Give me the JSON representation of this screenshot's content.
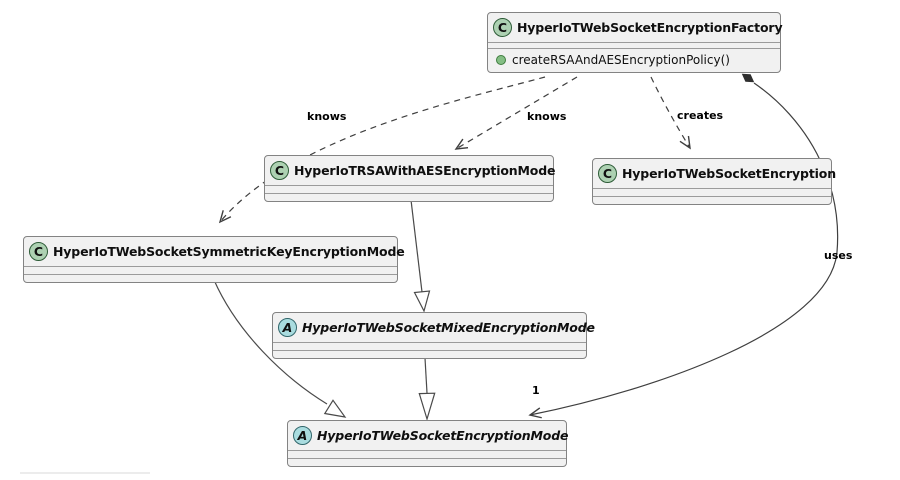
{
  "diagram": {
    "type": "uml-class-diagram",
    "colors": {
      "background": "#ffffff",
      "node_fill": "#f1f1f1",
      "node_border": "#838383",
      "class_circle": "#add1b2",
      "abstract_circle": "#a9dcdf",
      "public_method_dot": "#84be84",
      "edge": "#3f3f3f"
    },
    "classes": [
      {
        "stereotype": "C",
        "kind": "class",
        "name": "HyperIoTWebSocketEncryptionFactory",
        "members": [
          "createRSAAndAESEncryptionPolicy()"
        ]
      },
      {
        "stereotype": "C",
        "kind": "class",
        "name": "HyperIoTRSAWithAESEncryptionMode",
        "members": []
      },
      {
        "stereotype": "C",
        "kind": "class",
        "name": "HyperIoTWebSocketEncryption",
        "members": []
      },
      {
        "stereotype": "C",
        "kind": "class",
        "name": "HyperIoTWebSocketSymmetricKeyEncryptionMode",
        "members": []
      },
      {
        "stereotype": "A",
        "kind": "abstract",
        "name": "HyperIoTWebSocketMixedEncryptionMode",
        "members": []
      },
      {
        "stereotype": "A",
        "kind": "abstract",
        "name": "HyperIoTWebSocketEncryptionMode",
        "members": []
      }
    ],
    "edges": [
      {
        "from": "HyperIoTWebSocketEncryptionFactory",
        "to": "HyperIoTWebSocketSymmetricKeyEncryptionMode",
        "label": "knows",
        "style": "dashed",
        "head": "open-arrow"
      },
      {
        "from": "HyperIoTWebSocketEncryptionFactory",
        "to": "HyperIoTRSAWithAESEncryptionMode",
        "label": "knows",
        "style": "dashed",
        "head": "open-arrow"
      },
      {
        "from": "HyperIoTWebSocketEncryptionFactory",
        "to": "HyperIoTWebSocketEncryption",
        "label": "creates",
        "style": "dashed",
        "head": "open-arrow"
      },
      {
        "from": "HyperIoTWebSocketEncryptionFactory",
        "to": "HyperIoTWebSocketEncryptionMode",
        "label": "uses",
        "multiplicity": "1",
        "style": "solid",
        "head": "open-arrow",
        "tail": "filled-diamond"
      },
      {
        "from": "HyperIoTRSAWithAESEncryptionMode",
        "to": "HyperIoTWebSocketMixedEncryptionMode",
        "label": "",
        "style": "solid",
        "head": "hollow-triangle"
      },
      {
        "from": "HyperIoTWebSocketMixedEncryptionMode",
        "to": "HyperIoTWebSocketEncryptionMode",
        "label": "",
        "style": "solid",
        "head": "hollow-triangle"
      },
      {
        "from": "HyperIoTWebSocketSymmetricKeyEncryptionMode",
        "to": "HyperIoTWebSocketEncryptionMode",
        "label": "",
        "style": "solid",
        "head": "hollow-triangle"
      }
    ]
  }
}
